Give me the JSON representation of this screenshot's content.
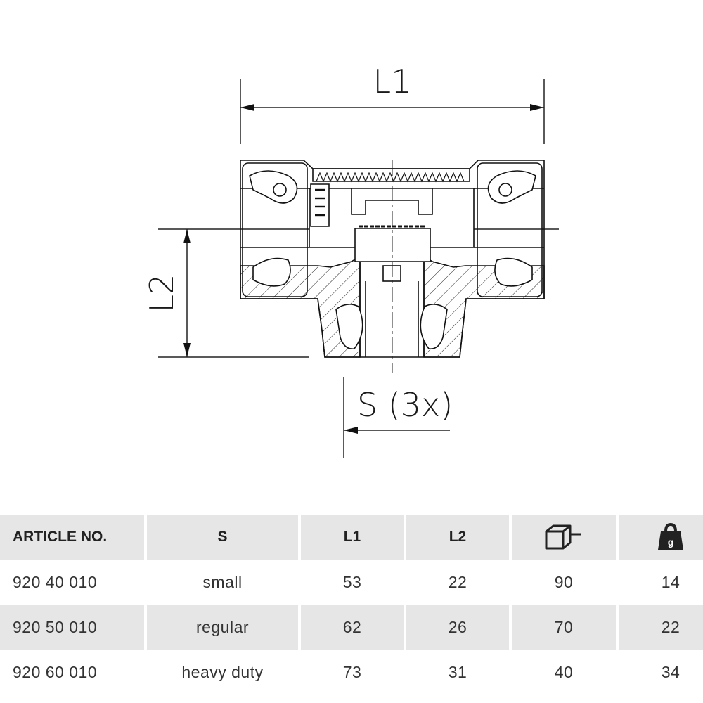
{
  "drawing": {
    "dimensions": {
      "l1": "L1",
      "l2": "L2",
      "s": "S (3x)"
    }
  },
  "table": {
    "headers": {
      "article": "ARTICLE NO.",
      "s": "S",
      "l1": "L1",
      "l2": "L2",
      "box_icon": "box-icon",
      "weight_icon": "weight-icon",
      "weight_icon_text": "g"
    },
    "rows": [
      {
        "article": "920 40 010",
        "s": "small",
        "l1": "53",
        "l2": "22",
        "qty": "90",
        "weight": "14"
      },
      {
        "article": "920 50 010",
        "s": "regular",
        "l1": "62",
        "l2": "26",
        "qty": "70",
        "weight": "22"
      },
      {
        "article": "920 60 010",
        "s": "heavy duty",
        "l1": "73",
        "l2": "31",
        "qty": "40",
        "weight": "34"
      }
    ]
  }
}
